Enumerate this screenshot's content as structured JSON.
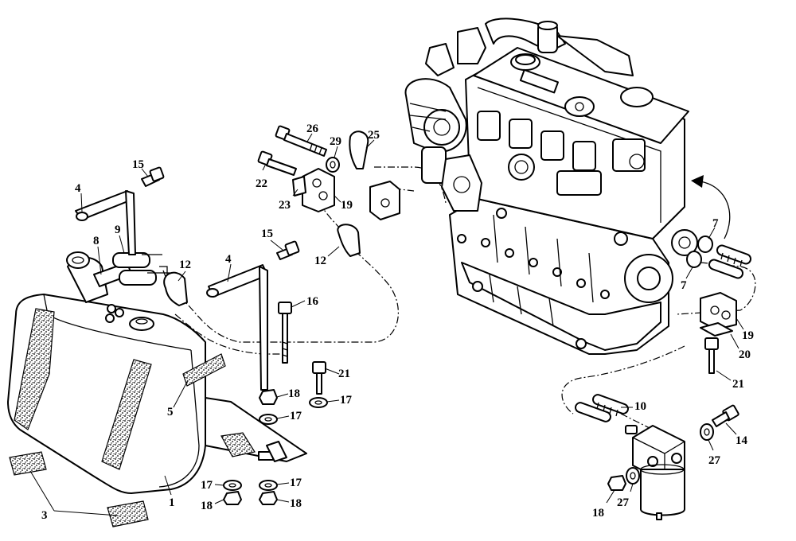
{
  "callouts": [
    {
      "id": "c1",
      "text": "1"
    },
    {
      "id": "c3",
      "text": "3"
    },
    {
      "id": "c4a",
      "text": "4"
    },
    {
      "id": "c4b",
      "text": "4"
    },
    {
      "id": "c5",
      "text": "5"
    },
    {
      "id": "c7a",
      "text": "7"
    },
    {
      "id": "c7b",
      "text": "7"
    },
    {
      "id": "c8",
      "text": "8"
    },
    {
      "id": "c9",
      "text": "9"
    },
    {
      "id": "c10",
      "text": "10"
    },
    {
      "id": "c12a",
      "text": "12"
    },
    {
      "id": "c12b",
      "text": "12"
    },
    {
      "id": "c14",
      "text": "14"
    },
    {
      "id": "c15a",
      "text": "15"
    },
    {
      "id": "c15b",
      "text": "15"
    },
    {
      "id": "c16",
      "text": "16"
    },
    {
      "id": "c17a",
      "text": "17"
    },
    {
      "id": "c17b",
      "text": "17"
    },
    {
      "id": "c17c",
      "text": "17"
    },
    {
      "id": "c17d",
      "text": "17"
    },
    {
      "id": "c18a",
      "text": "18"
    },
    {
      "id": "c18b",
      "text": "18"
    },
    {
      "id": "c18c",
      "text": "18"
    },
    {
      "id": "c18d",
      "text": "18"
    },
    {
      "id": "c19a",
      "text": "19"
    },
    {
      "id": "c19b",
      "text": "19"
    },
    {
      "id": "c20",
      "text": "20"
    },
    {
      "id": "c21a",
      "text": "21"
    },
    {
      "id": "c21b",
      "text": "21"
    },
    {
      "id": "c22",
      "text": "22"
    },
    {
      "id": "c23",
      "text": "23"
    },
    {
      "id": "c25",
      "text": "25"
    },
    {
      "id": "c26",
      "text": "26"
    },
    {
      "id": "c27a",
      "text": "27"
    },
    {
      "id": "c27b",
      "text": "27"
    },
    {
      "id": "c29",
      "text": "29"
    }
  ]
}
